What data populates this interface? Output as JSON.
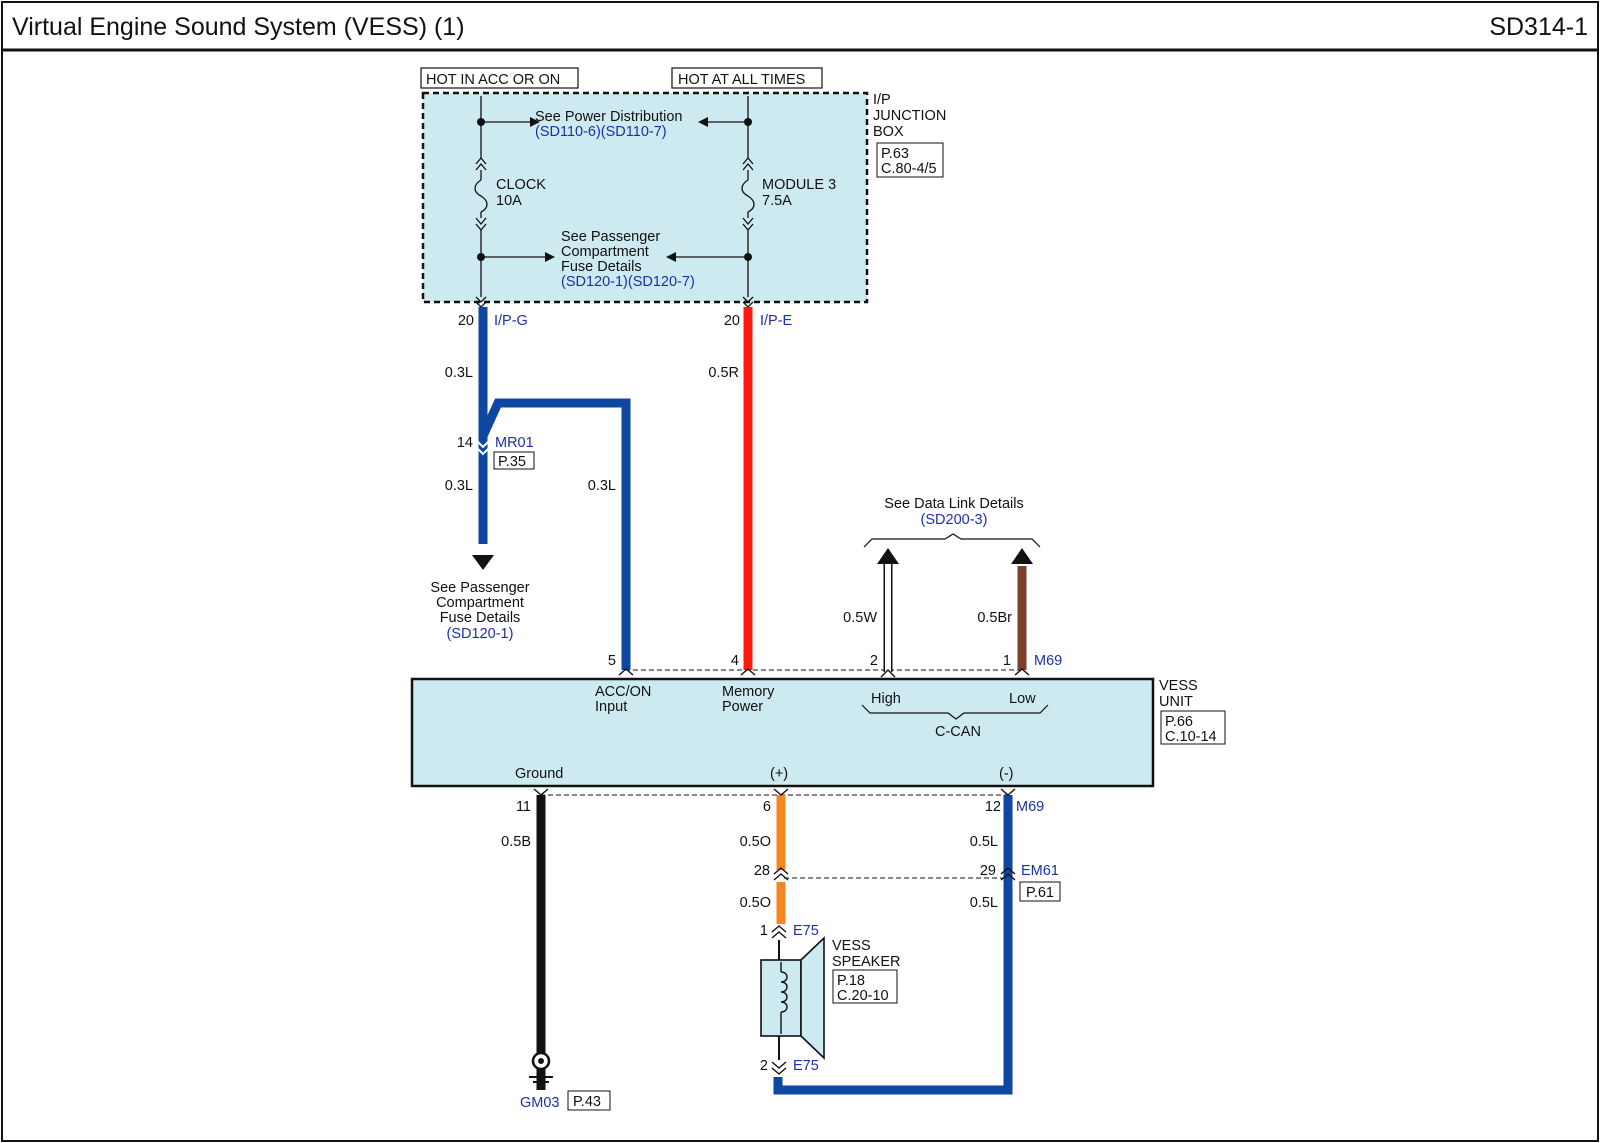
{
  "header": {
    "title": "Virtual Engine Sound System (VESS) (1)",
    "code": "SD314-1"
  },
  "power_sources": {
    "acc_on": "HOT IN ACC OR ON",
    "all_times": "HOT AT ALL TIMES"
  },
  "junction_box": {
    "name_lines": [
      "I/P",
      "JUNCTION",
      "BOX"
    ],
    "page_ref": [
      "P.63",
      "C.80-4/5"
    ],
    "power_dist_text": "See Power Distribution",
    "power_dist_refs": "(SD110-6)(SD110-7)",
    "fuse_left_name": "CLOCK",
    "fuse_left_rating": "10A",
    "fuse_right_name": "MODULE 3",
    "fuse_right_rating": "7.5A",
    "passenger_lines": [
      "See Passenger",
      "Compartment",
      "Fuse Details"
    ],
    "passenger_refs": "(SD120-1)(SD120-7)"
  },
  "connectors": {
    "ipg_pin": "20",
    "ipg": "I/P-G",
    "ipe_pin": "20",
    "ipe": "I/P-E",
    "mr01_pin": "14",
    "mr01": "MR01",
    "mr01_page": "P.35",
    "m69_top": "M69",
    "m69_bottom": "M69",
    "em61": "EM61",
    "em61_page": "P.61",
    "em61_pin_left": "28",
    "em61_pin_right": "29",
    "e75_top": "E75",
    "e75_bottom": "E75",
    "e75_pin_top": "1",
    "e75_pin_bottom": "2"
  },
  "wires": {
    "w_ipg_upper": "0.3L",
    "w_ipg_lower": "0.3L",
    "w_acc_input": "0.3L",
    "w_memory": "0.5R",
    "w_can_high": "0.5W",
    "w_can_low": "0.5Br",
    "w_ground": "0.5B",
    "w_plus_upper": "0.5O",
    "w_plus_lower": "0.5O",
    "w_minus_upper": "0.5L",
    "w_minus_lower": "0.5L"
  },
  "passenger_fuse_ref": {
    "lines": [
      "See Passenger",
      "Compartment",
      "Fuse Details"
    ],
    "ref": "(SD120-1)"
  },
  "data_link": {
    "text": "See Data Link Details",
    "ref": "(SD200-3)"
  },
  "vess_unit": {
    "name_lines": [
      "VESS",
      "UNIT"
    ],
    "page_ref": [
      "P.66",
      "C.10-14"
    ],
    "pin5": "5",
    "pin4": "4",
    "pin2": "2",
    "pin1": "1",
    "pin11": "11",
    "pin6": "6",
    "pin12": "12",
    "acc_label": [
      "ACC/ON",
      "Input"
    ],
    "memory_label": [
      "Memory",
      "Power"
    ],
    "high": "High",
    "low": "Low",
    "ccan": "C-CAN",
    "ground": "Ground",
    "plus": "(+)",
    "minus": "(-)"
  },
  "speaker": {
    "name_lines": [
      "VESS",
      "SPEAKER"
    ],
    "page_ref": [
      "P.18",
      "C.20-10"
    ]
  },
  "ground_point": {
    "name": "GM03",
    "page": "P.43"
  },
  "colors": {
    "blue_wire": "#0d47a1",
    "red_wire": "#ff1a10",
    "orange_wire": "#f5871f",
    "brown_wire": "#7b3f2a",
    "black_wire": "#111111",
    "box_fill": "#cdeaf0",
    "ref_text": "#1f2fa6"
  }
}
